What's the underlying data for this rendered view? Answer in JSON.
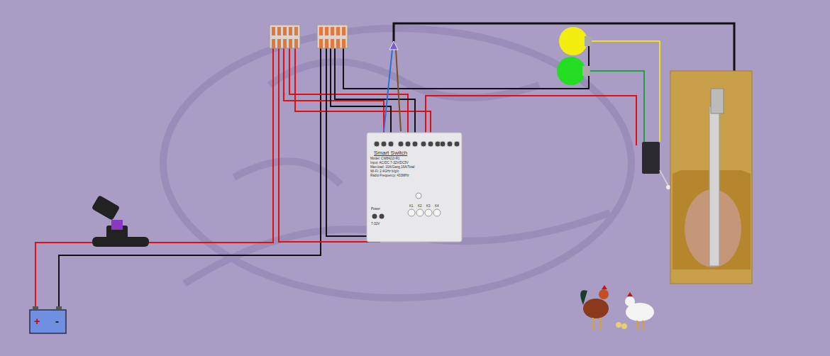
{
  "diagram": {
    "nodes": [
      {
        "text": [
          "+",
          "-"
        ]
      },
      {
        "text": [
          "Smart Switch"
        ]
      }
    ],
    "labels": [
      "Model: CW8422I-R1",
      "Input: AC/DC 7-32V/DC5V",
      "Max.load: 10A/Gang,16A/Total",
      "Wi-Fi: 2.4GHz b/g/n",
      "Radio Frequency: 433MHz",
      "Power",
      "7-32V",
      "K1",
      "K2",
      "K3",
      "K4"
    ]
  }
}
